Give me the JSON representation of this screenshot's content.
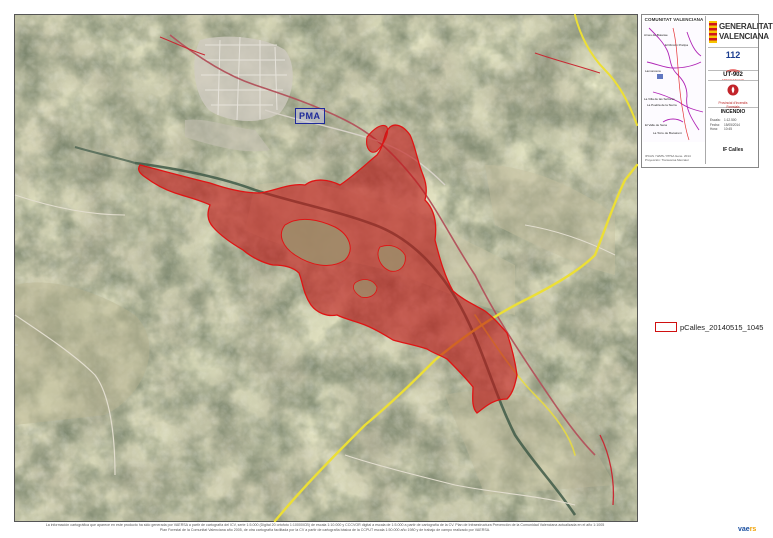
{
  "map": {
    "pma_label": "PMA",
    "colors": {
      "fire_fill": "#c21818",
      "fire_stroke": "#d60e0e",
      "road_yellow": "#f2e22a",
      "road_red": "#c0242a"
    }
  },
  "panel": {
    "locator_title": "COMUNITAT VALENCIANA",
    "locator_places": [
      "Arnes de Boianse",
      "El Rincón Prelipa",
      "Lamoncena",
      "La Villa de las Señoras",
      "La Puebla de la Sierra",
      "El Valle de Sena",
      "La Torre de Bocairent"
    ],
    "locator_footer": [
      "IPCAS / WMS / PPSA Gene. 2014",
      "Proyección: Transversa Mercator"
    ],
    "gva_lines": [
      "GENERALITAT",
      "VALENCIANA"
    ],
    "emergency_number": "112",
    "emergency_sub": "EMERGENCIAS",
    "ut_code": "UT-902",
    "prov_sub": [
      "Provincial d'Incendis",
      "Forestals"
    ],
    "event_type": "INCENDIO",
    "meta": [
      {
        "k": "Escala:",
        "v": "1:12.500"
      },
      {
        "k": "Fecha:",
        "v": "15/05/2014"
      },
      {
        "k": "Hora:",
        "v": "10:45"
      }
    ],
    "layer_tag": "IF Calles"
  },
  "legend": {
    "label": "pCalles_20140515_1045",
    "color": "#d01010"
  },
  "footer": {
    "lines": [
      "La información cartográfica que aparece en este producto ha sido generada por VAERSA a partir de cartografía del ICV, serie 1:5.000 (Digital 20 ortofoto 1:10000ICB) de escala 1:10.000 y CCCVOR digital a escala de 1:5.000 a partir de cartografía de la CV. Plan de Infraestructura Prevención de la Comunidad Valenciana actualizada en el año 1:1005",
      "Plan Forestal de la Comunitat Valenciana año 2005, de otra cartografía facilitada por la CV a partir de cartografía básica de la CCPUT escala 1:50.000 año 1980 y de trabajo de campo realizado por VAERSA."
    ],
    "brand_a": "vae",
    "brand_b": "rs"
  }
}
